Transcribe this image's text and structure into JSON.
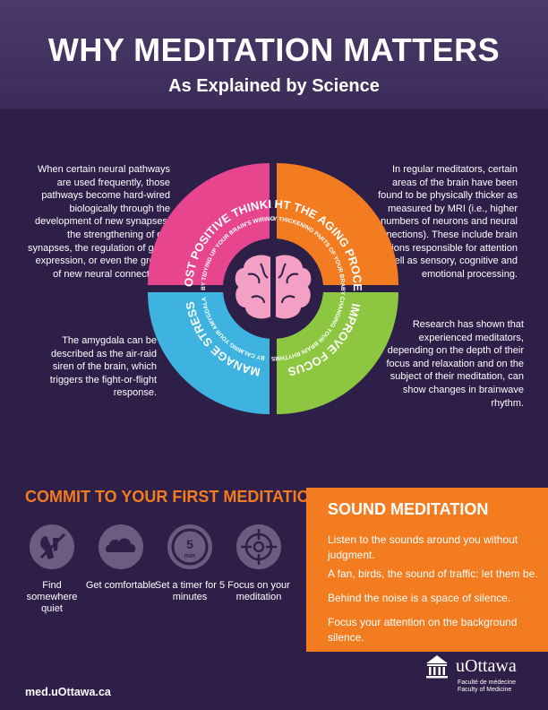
{
  "header": {
    "title": "WHY MEDITATION MATTERS",
    "subtitle": "As Explained by Science"
  },
  "descriptions": {
    "top_left": "When certain neural pathways are used frequently, those pathways become hard-wired biologically through the development of new synapses, the strengthening of old synapses, the regulation of gene expression, or even the growth of new neural connections.",
    "top_right": "In regular meditators, certain areas of the brain have been found to be physically thicker as measured by MRI (i.e., higher numbers of neurons and neural connections). These include brain locations responsible for attention as well as sensory, cognitive and emotional processing.",
    "bottom_left": "The amygdala can be described as the air-raid siren of the brain, which triggers the fight-or-flight response.",
    "bottom_right": "Research has shown that experienced meditators, depending on the depth of their focus and relaxation and on the subject of their meditation, can show changes in brainwave rhythm."
  },
  "quadrants": [
    {
      "title": "BOOST POSITIVE THINKING",
      "sub": "BY TIDYING UP YOUR BRAIN'S WIRING",
      "color": "#e8458f"
    },
    {
      "title": "FIGHT THE AGING PROCESS",
      "sub": "BY THICKENING PARTS OF YOUR BRAIN",
      "color": "#f47c20"
    },
    {
      "title": "IMPROVE FOCUS",
      "sub": "BY CHANGING YOUR BRAIN RHYTHMS",
      "color": "#8dc640"
    },
    {
      "title": "MANAGE STRESS",
      "sub": "BY CALMING YOUR AMYGDALA",
      "color": "#3fb3e0"
    }
  ],
  "colors": {
    "background": "#2d1f48",
    "header": "#3c2c5a",
    "accent": "#f47c20",
    "brain": "#f3a0c4",
    "icon_circle": "#6a5d80"
  },
  "commit": {
    "title": "COMMIT TO YOUR FIRST MEDITATION",
    "steps": [
      {
        "label": "Find somewhere quiet",
        "icon": "mute-icon"
      },
      {
        "label": "Get comfortable",
        "icon": "cloud-icon"
      },
      {
        "label": "Set a timer for 5 minutes",
        "icon": "timer-icon",
        "icon_text": "5",
        "icon_sub": "min"
      },
      {
        "label": "Focus on your meditation",
        "icon": "target-icon"
      }
    ]
  },
  "sound": {
    "title": "SOUND MEDITATION",
    "lines": [
      "Listen to the sounds around you without judgment.",
      "A fan, birds, the sound of traffic: let them be.",
      "Behind the noise is a space of silence.",
      "Focus your attention on the background silence."
    ]
  },
  "footer": {
    "url": "med.uOttawa.ca",
    "logo_name": "uOttawa",
    "logo_fr": "Faculté de médecine",
    "logo_en": "Faculty of Medicine"
  }
}
